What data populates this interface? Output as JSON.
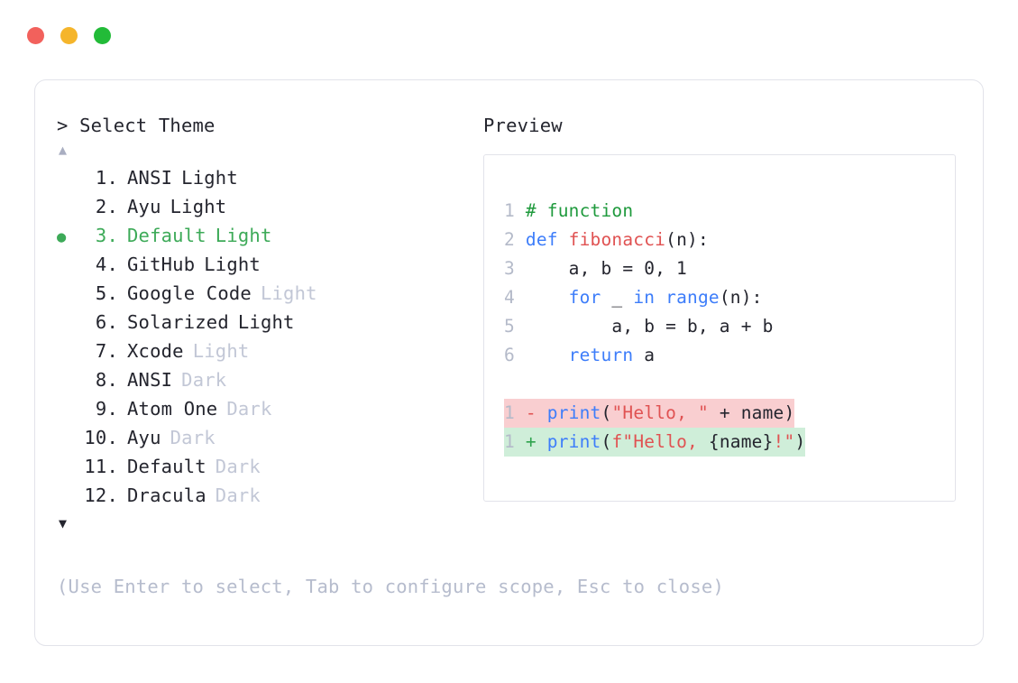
{
  "window": {
    "dots": [
      {
        "name": "close",
        "color": "#f2615c"
      },
      {
        "name": "minimize",
        "color": "#f5b52b"
      },
      {
        "name": "maximize",
        "color": "#22bb38"
      }
    ]
  },
  "chooser": {
    "prompt": "> Select Theme",
    "scroll_up_glyph": "▲",
    "scroll_down_glyph": "▼",
    "selected_index": 3,
    "selected_marker": "●",
    "accent_color": "#3daa58",
    "items": [
      {
        "num": "1.",
        "name": "ANSI",
        "variant": "Light",
        "variant_muted": false,
        "selected": false
      },
      {
        "num": "2.",
        "name": "Ayu",
        "variant": "Light",
        "variant_muted": false,
        "selected": false
      },
      {
        "num": "3.",
        "name": "Default",
        "variant": "Light",
        "variant_muted": false,
        "selected": true
      },
      {
        "num": "4.",
        "name": "GitHub",
        "variant": "Light",
        "variant_muted": false,
        "selected": false
      },
      {
        "num": "5.",
        "name": "Google Code",
        "variant": "Light",
        "variant_muted": true,
        "selected": false
      },
      {
        "num": "6.",
        "name": "Solarized",
        "variant": "Light",
        "variant_muted": false,
        "selected": false
      },
      {
        "num": "7.",
        "name": "Xcode",
        "variant": "Light",
        "variant_muted": true,
        "selected": false
      },
      {
        "num": "8.",
        "name": "ANSI",
        "variant": "Dark",
        "variant_muted": true,
        "selected": false
      },
      {
        "num": "9.",
        "name": "Atom One",
        "variant": "Dark",
        "variant_muted": true,
        "selected": false
      },
      {
        "num": "10.",
        "name": "Ayu",
        "variant": "Dark",
        "variant_muted": true,
        "selected": false
      },
      {
        "num": "11.",
        "name": "Default",
        "variant": "Dark",
        "variant_muted": true,
        "selected": false
      },
      {
        "num": "12.",
        "name": "Dracula",
        "variant": "Dark",
        "variant_muted": true,
        "selected": false
      }
    ],
    "hint": "(Use Enter to select, Tab to configure scope, Esc to close)"
  },
  "preview": {
    "label": "Preview",
    "code_lines": [
      {
        "ln": "1",
        "tokens": [
          {
            "t": "# function",
            "k": "comment"
          }
        ]
      },
      {
        "ln": "2",
        "tokens": [
          {
            "t": "def ",
            "k": "keyword"
          },
          {
            "t": "fibonacci",
            "k": "func"
          },
          {
            "t": "(n):",
            "k": "plain"
          }
        ]
      },
      {
        "ln": "3",
        "tokens": [
          {
            "t": "    a, b = 0, 1",
            "k": "plain"
          }
        ]
      },
      {
        "ln": "4",
        "tokens": [
          {
            "t": "    ",
            "k": "plain"
          },
          {
            "t": "for",
            "k": "keyword"
          },
          {
            "t": " _ ",
            "k": "plain"
          },
          {
            "t": "in range",
            "k": "keyword"
          },
          {
            "t": "(n):",
            "k": "plain"
          }
        ]
      },
      {
        "ln": "5",
        "tokens": [
          {
            "t": "        a, b = b, a + b",
            "k": "plain"
          }
        ]
      },
      {
        "ln": "6",
        "tokens": [
          {
            "t": "    ",
            "k": "plain"
          },
          {
            "t": "return",
            "k": "keyword"
          },
          {
            "t": " a",
            "k": "plain"
          }
        ]
      }
    ],
    "diff_lines": [
      {
        "ln": "1",
        "marker": "-",
        "kind": "del",
        "bg": "#f9ced0",
        "tokens": [
          {
            "t": "print",
            "k": "keyword"
          },
          {
            "t": "(",
            "k": "plain"
          },
          {
            "t": "\"Hello, \"",
            "k": "string"
          },
          {
            "t": " + name)",
            "k": "plain"
          }
        ]
      },
      {
        "ln": "1",
        "marker": "+",
        "kind": "add",
        "bg": "#cfeed9",
        "tokens": [
          {
            "t": "print",
            "k": "keyword"
          },
          {
            "t": "(",
            "k": "plain"
          },
          {
            "t": "f\"Hello, ",
            "k": "string"
          },
          {
            "t": "{name}",
            "k": "plain"
          },
          {
            "t": "!\"",
            "k": "string"
          },
          {
            "t": ")",
            "k": "plain"
          }
        ]
      }
    ]
  }
}
